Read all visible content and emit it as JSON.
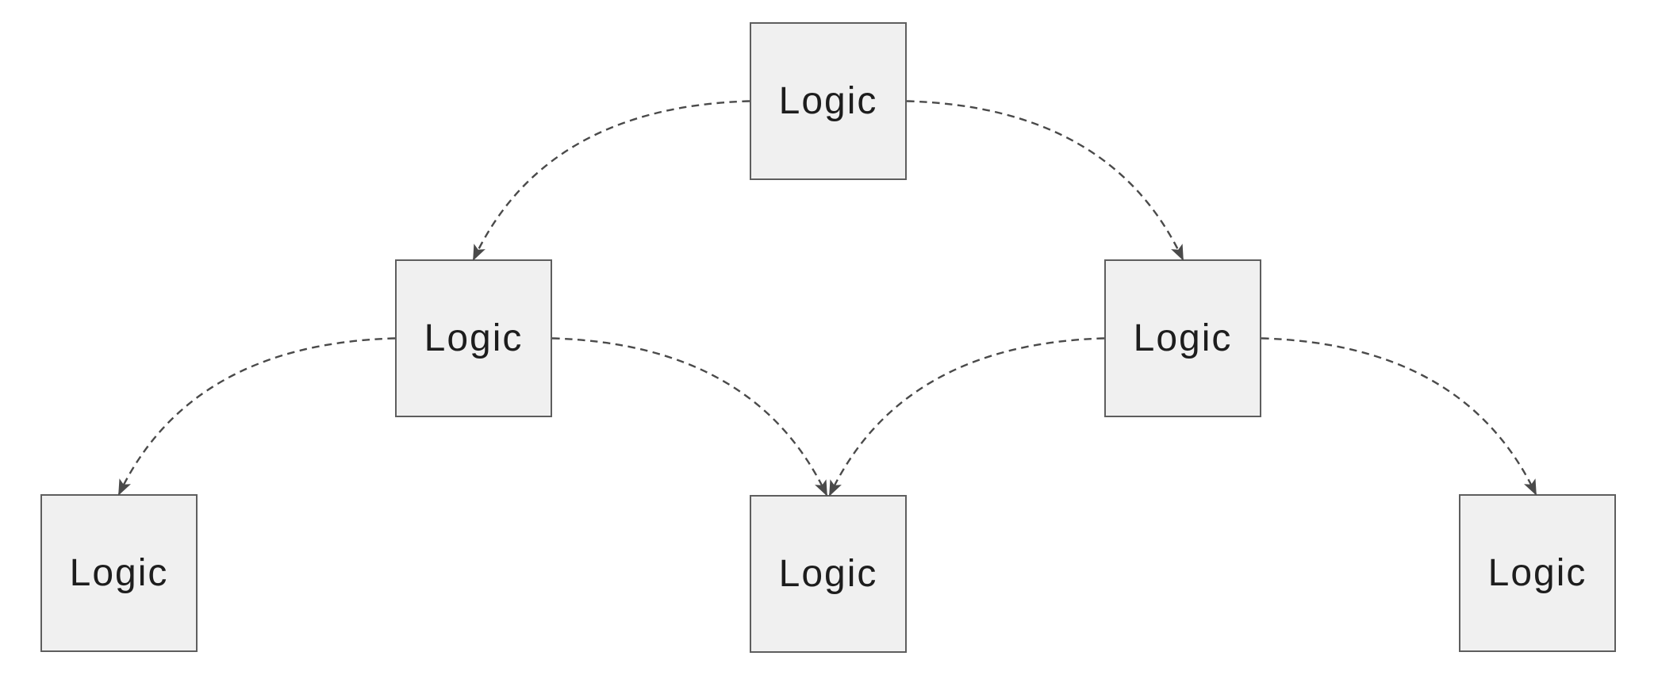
{
  "diagram": {
    "type": "tree",
    "nodes": [
      {
        "id": "root",
        "label": "Logic",
        "row": "top",
        "position": "center"
      },
      {
        "id": "left",
        "label": "Logic",
        "row": "middle",
        "position": "left"
      },
      {
        "id": "right",
        "label": "Logic",
        "row": "middle",
        "position": "right"
      },
      {
        "id": "left-leaf",
        "label": "Logic",
        "row": "bottom",
        "position": "left"
      },
      {
        "id": "center-leaf",
        "label": "Logic",
        "row": "bottom",
        "position": "center"
      },
      {
        "id": "right-leaf",
        "label": "Logic",
        "row": "bottom",
        "position": "right"
      }
    ],
    "edges": [
      {
        "from": "root",
        "to": "left",
        "style": "dashed-curve-arrow"
      },
      {
        "from": "root",
        "to": "right",
        "style": "dashed-curve-arrow"
      },
      {
        "from": "left",
        "to": "left-leaf",
        "style": "dashed-curve-arrow"
      },
      {
        "from": "left",
        "to": "center-leaf",
        "style": "dashed-curve-arrow"
      },
      {
        "from": "right",
        "to": "center-leaf",
        "style": "dashed-curve-arrow"
      },
      {
        "from": "right",
        "to": "right-leaf",
        "style": "dashed-curve-arrow"
      }
    ],
    "colors": {
      "background": "#ffffff",
      "node_fill": "#f0f0f0",
      "node_border": "#5e5e5e",
      "edge": "#4a4a4a",
      "text": "#1d1d1d"
    }
  }
}
